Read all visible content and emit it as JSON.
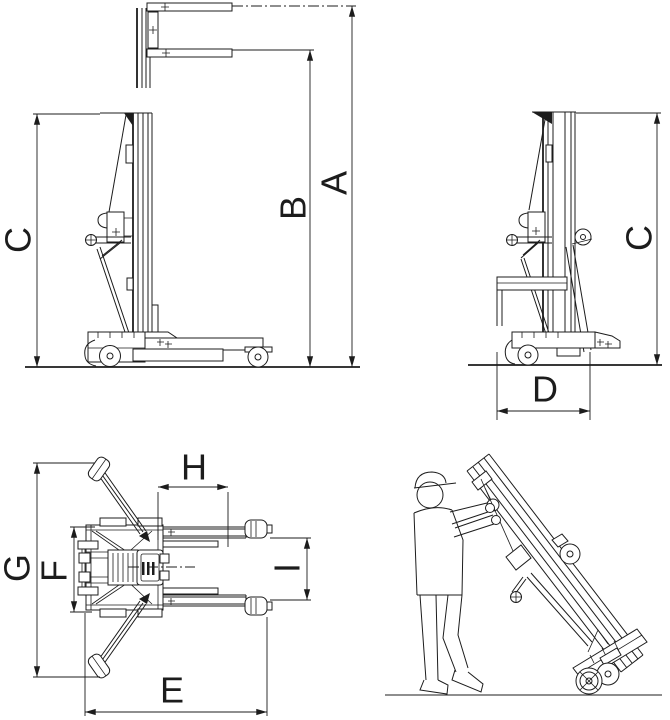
{
  "diagram": {
    "background_color": "#ffffff",
    "line_color": "#1c1c1c",
    "dimensions": {
      "A": "A",
      "B": "B",
      "C": "C",
      "D": "D",
      "E": "E",
      "F": "F",
      "G": "G",
      "H": "H",
      "I": "I"
    }
  }
}
